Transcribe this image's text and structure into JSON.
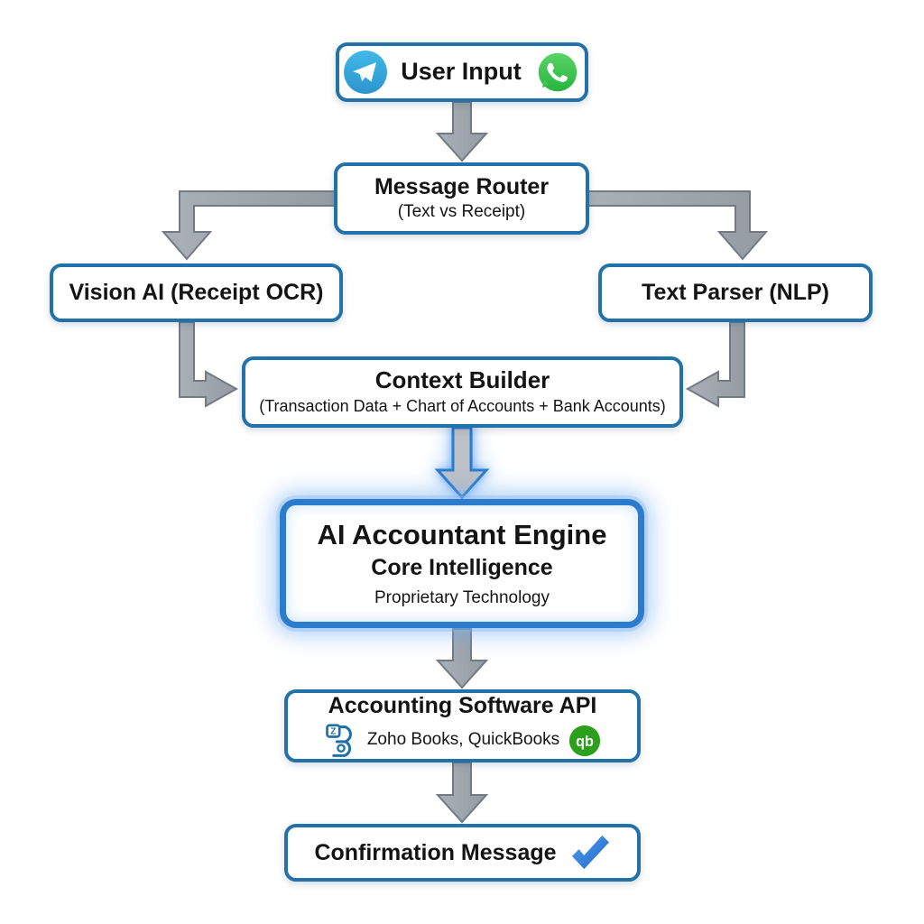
{
  "diagram": {
    "type": "flowchart",
    "title_implicit": "AI accounting assistant message pipeline",
    "colors": {
      "background": "#ffffff",
      "box_border": "#2272a9",
      "engine_border": "#2b7ccd",
      "engine_glow": "#8ab8ef",
      "arrow_fill": "#9ea5ac",
      "arrow_outline": "#737a83",
      "text": "#141414",
      "telegram_blue": "#38a4dd",
      "whatsapp_green": "#3fc84f",
      "quickbooks_green": "#2ca01c",
      "check_blue": "#2f80e0"
    },
    "nodes": {
      "user_input": {
        "title": "User Input",
        "icons": [
          "telegram-icon",
          "whatsapp-icon"
        ]
      },
      "message_router": {
        "title": "Message Router",
        "subtitle": "(Text vs Receipt)"
      },
      "vision_ai": {
        "title": "Vision AI (Receipt OCR)"
      },
      "text_parser": {
        "title": "Text Parser (NLP)"
      },
      "context_builder": {
        "title": "Context Builder",
        "subtitle": "(Transaction Data + Chart of Accounts + Bank Accounts)"
      },
      "ai_engine": {
        "title": "AI Accountant Engine",
        "subtitle": "Core Intelligence",
        "note": "Proprietary Technology"
      },
      "accounting_api": {
        "title": "Accounting Software API",
        "subtitle": "Zoho Books, QuickBooks",
        "icons": [
          "zoho-books-icon",
          "quickbooks-icon"
        ]
      },
      "confirmation": {
        "title": "Confirmation Message",
        "icons": [
          "checkmark-icon"
        ]
      }
    },
    "edges": [
      {
        "from": "user_input",
        "to": "message_router",
        "style": "gray-block-arrow"
      },
      {
        "from": "message_router",
        "to": "vision_ai",
        "style": "gray-block-arrow"
      },
      {
        "from": "message_router",
        "to": "text_parser",
        "style": "gray-block-arrow"
      },
      {
        "from": "vision_ai",
        "to": "context_builder",
        "style": "gray-block-arrow"
      },
      {
        "from": "text_parser",
        "to": "context_builder",
        "style": "gray-block-arrow"
      },
      {
        "from": "context_builder",
        "to": "ai_engine",
        "style": "blue-glow-arrow"
      },
      {
        "from": "ai_engine",
        "to": "accounting_api",
        "style": "gray-block-arrow"
      },
      {
        "from": "accounting_api",
        "to": "confirmation",
        "style": "gray-block-arrow"
      }
    ]
  }
}
